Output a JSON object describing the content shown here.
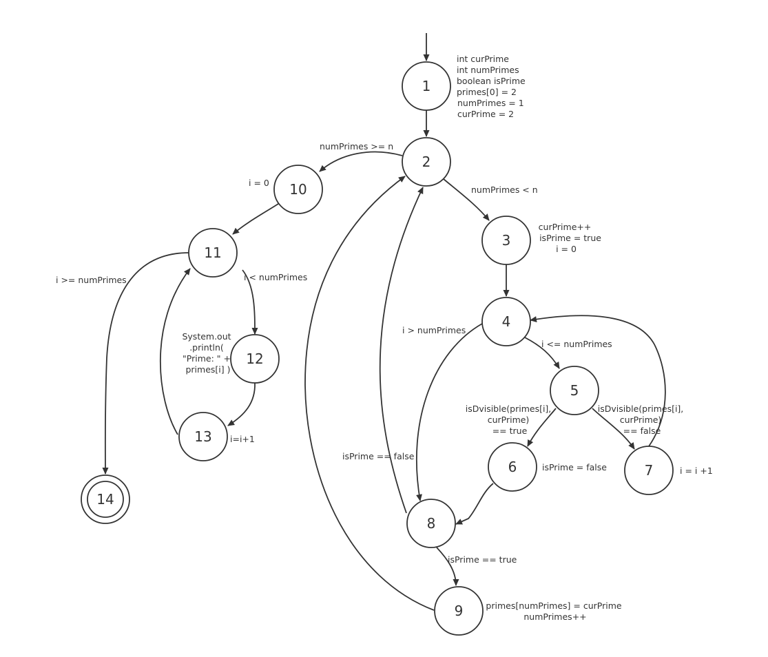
{
  "nodes": [
    {
      "id": "1",
      "label": "1",
      "final": false
    },
    {
      "id": "2",
      "label": "2",
      "final": false
    },
    {
      "id": "3",
      "label": "3",
      "final": false
    },
    {
      "id": "4",
      "label": "4",
      "final": false
    },
    {
      "id": "5",
      "label": "5",
      "final": false
    },
    {
      "id": "6",
      "label": "6",
      "final": false
    },
    {
      "id": "7",
      "label": "7",
      "final": false
    },
    {
      "id": "8",
      "label": "8",
      "final": false
    },
    {
      "id": "9",
      "label": "9",
      "final": false
    },
    {
      "id": "10",
      "label": "10",
      "final": false
    },
    {
      "id": "11",
      "label": "11",
      "final": false
    },
    {
      "id": "12",
      "label": "12",
      "final": false
    },
    {
      "id": "13",
      "label": "13",
      "final": false
    },
    {
      "id": "14",
      "label": "14",
      "final": true
    }
  ],
  "edges": [
    {
      "id": "start-1",
      "from": "start",
      "to": "1",
      "label": []
    },
    {
      "id": "1-2",
      "from": "1",
      "to": "2",
      "label": []
    },
    {
      "id": "2-10",
      "from": "2",
      "to": "10",
      "label": [
        "numPrimes >= n"
      ]
    },
    {
      "id": "2-3",
      "from": "2",
      "to": "3",
      "label": [
        "numPrimes < n"
      ]
    },
    {
      "id": "10-11",
      "from": "10",
      "to": "11",
      "label": [
        "i = 0"
      ]
    },
    {
      "id": "11-14",
      "from": "11",
      "to": "14",
      "label": [
        "i >= numPrimes"
      ]
    },
    {
      "id": "11-12",
      "from": "11",
      "to": "12",
      "label": [
        "i < numPrimes"
      ]
    },
    {
      "id": "12-13",
      "from": "12",
      "to": "13",
      "label": []
    },
    {
      "id": "13-11",
      "from": "13",
      "to": "11",
      "label": []
    },
    {
      "id": "3-4",
      "from": "3",
      "to": "4",
      "label": []
    },
    {
      "id": "4-8",
      "from": "4",
      "to": "8",
      "label": [
        "i > numPrimes"
      ]
    },
    {
      "id": "4-5",
      "from": "4",
      "to": "5",
      "label": [
        "i <= numPrimes"
      ]
    },
    {
      "id": "5-6",
      "from": "5",
      "to": "6",
      "label": [
        "isDvisible(primes[i],",
        "curPrime)",
        "== true"
      ]
    },
    {
      "id": "5-7",
      "from": "5",
      "to": "7",
      "label": [
        "isDvisible(primes[i],",
        "curPrime)",
        "== false"
      ]
    },
    {
      "id": "7-4",
      "from": "7",
      "to": "4",
      "label": []
    },
    {
      "id": "6-8",
      "from": "6",
      "to": "8",
      "label": []
    },
    {
      "id": "8-2",
      "from": "8",
      "to": "2",
      "label": [
        "isPrime == false"
      ]
    },
    {
      "id": "8-9",
      "from": "8",
      "to": "9",
      "label": [
        "isPrime == true"
      ]
    },
    {
      "id": "9-2",
      "from": "9",
      "to": "2",
      "label": []
    }
  ],
  "notes": [
    {
      "id": "1",
      "lines": [
        "int curPrime",
        "int numPrimes",
        "boolean isPrime",
        "primes[0] = 2",
        "numPrimes = 1",
        "curPrime = 2"
      ]
    },
    {
      "id": "3",
      "lines": [
        "curPrime++",
        "isPrime = true",
        "i = 0"
      ]
    },
    {
      "id": "6",
      "lines": [
        "isPrime = false"
      ]
    },
    {
      "id": "7",
      "lines": [
        "i = i +1"
      ]
    },
    {
      "id": "9",
      "lines": [
        "primes[numPrimes] = curPrime",
        "numPrimes++"
      ]
    },
    {
      "id": "12",
      "lines": [
        "System.out",
        ".println(",
        "\"Prime: \" +",
        "primes[i] )"
      ]
    },
    {
      "id": "13",
      "lines": [
        "i=i+1"
      ]
    }
  ],
  "colors": {
    "stroke": "#333333",
    "fill": "#ffffff",
    "text": "#333333"
  }
}
